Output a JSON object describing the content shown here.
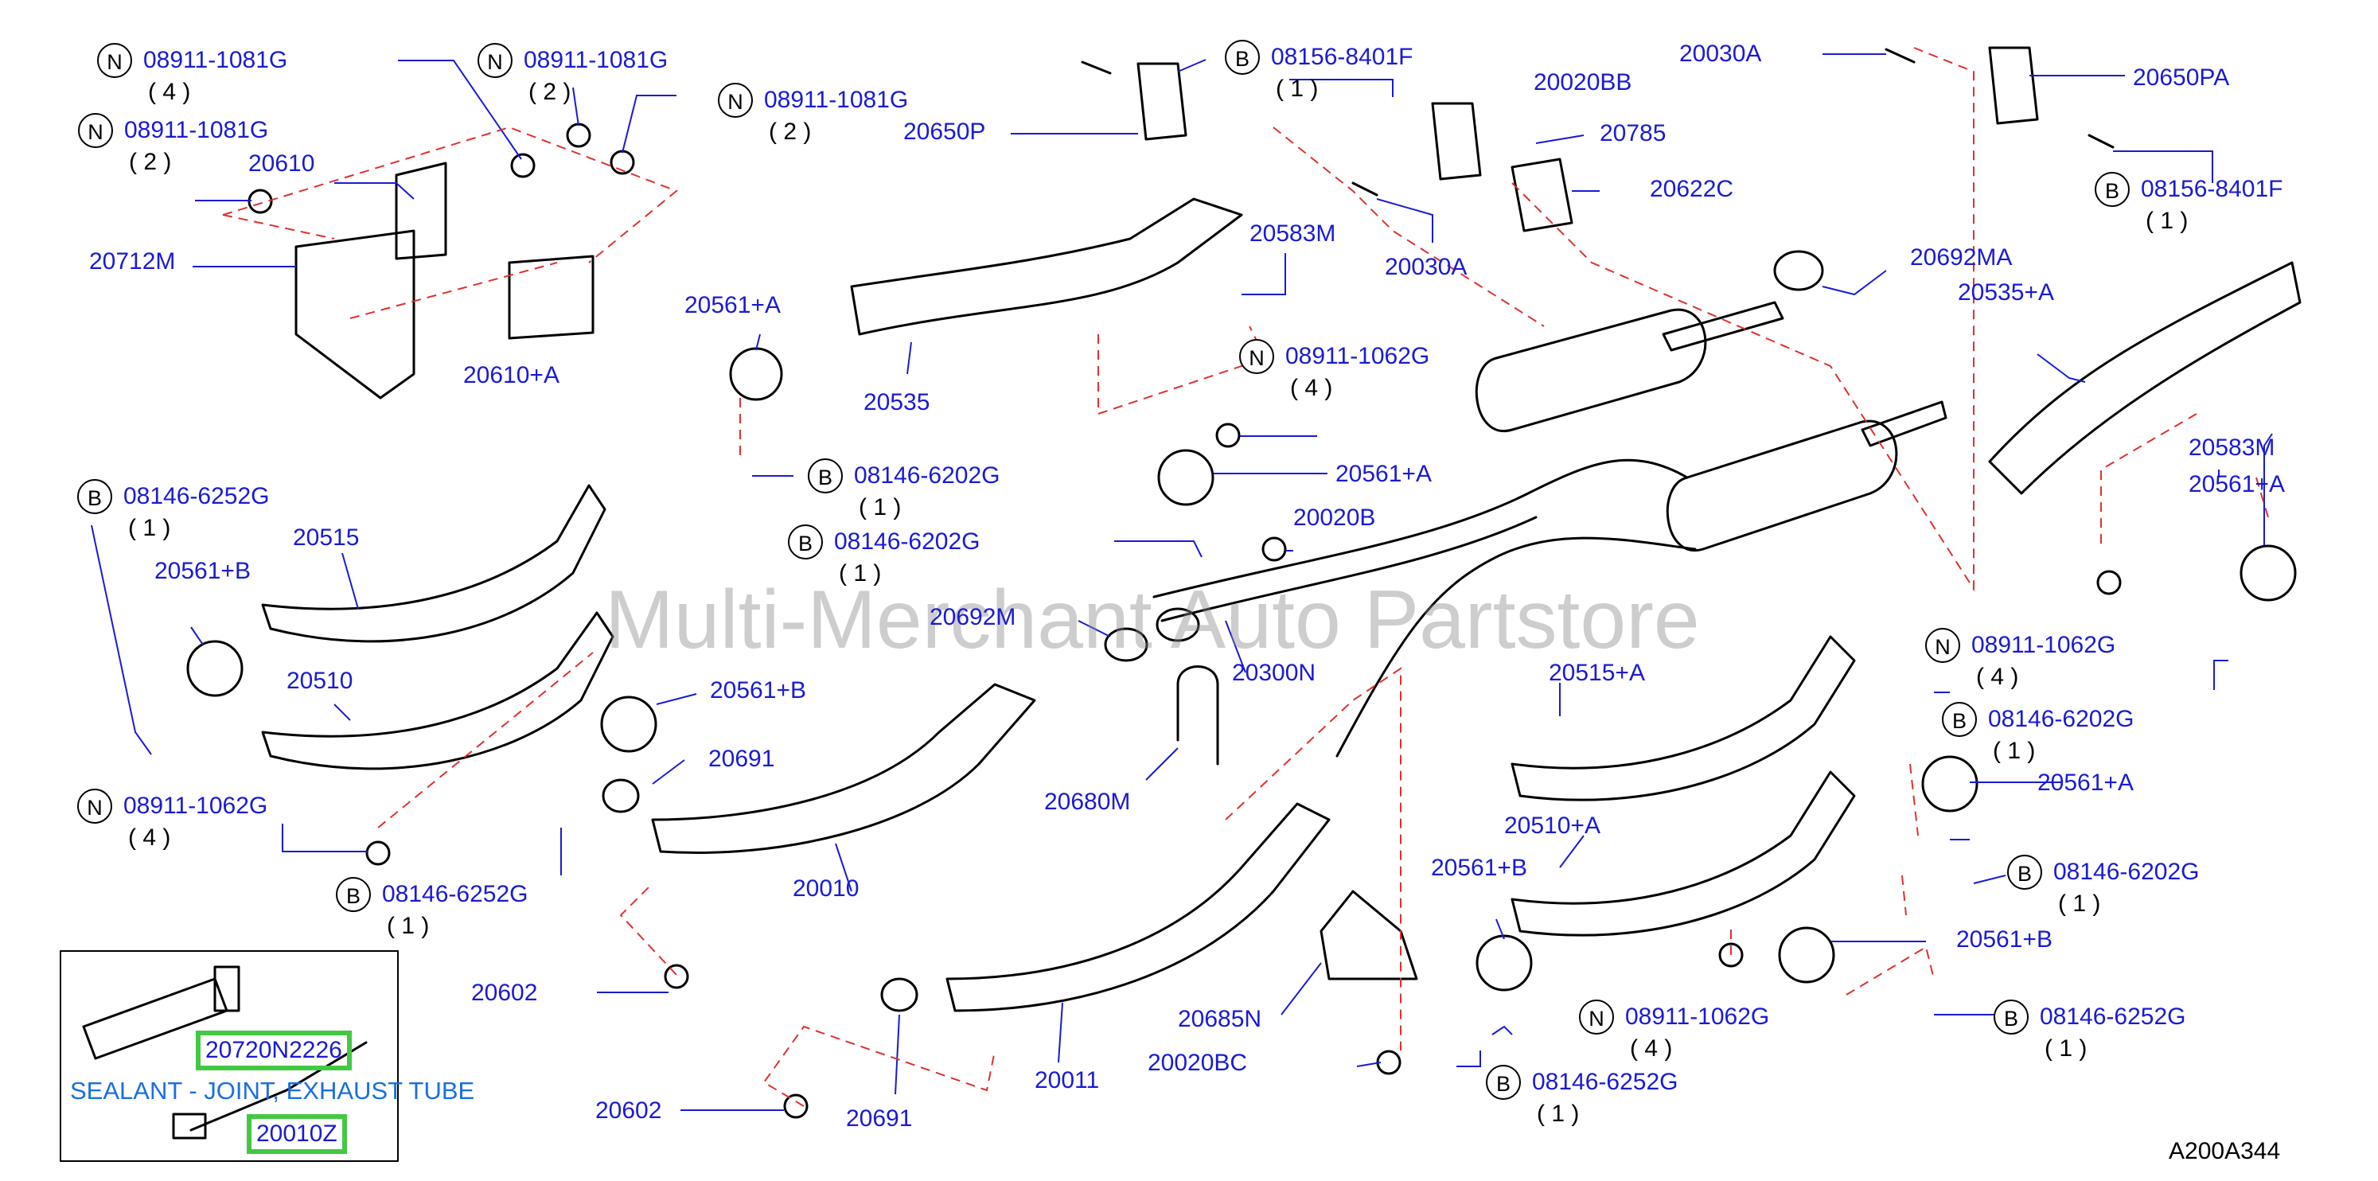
{
  "watermark": "Multi-Merchant Auto Partstore",
  "reference_code": "A200A344",
  "sealant_text": "SEALANT - JOINT, EXHAUST TUBE",
  "highlighted": {
    "code_a": "20720N2226",
    "code_b": "20010Z"
  },
  "labels": [
    {
      "id": "n-08911-1081g-a",
      "text": "08911-1081G",
      "badge": "N",
      "qty": "( 4 )"
    },
    {
      "id": "n-08911-1081g-b",
      "text": "08911-1081G",
      "badge": "N",
      "qty": "( 2 )"
    },
    {
      "id": "n-08911-1081g-c",
      "text": "08911-1081G",
      "badge": "N",
      "qty": "( 2 )"
    },
    {
      "id": "n-08911-1081g-d",
      "text": "08911-1081G",
      "badge": "N",
      "qty": "( 2 )"
    },
    {
      "id": "p-20610",
      "text": "20610"
    },
    {
      "id": "p-20712m",
      "text": "20712M"
    },
    {
      "id": "p-20610a",
      "text": "20610+A"
    },
    {
      "id": "b-08156-8401f-a",
      "text": "08156-8401F",
      "badge": "B",
      "qty": "( 1 )"
    },
    {
      "id": "p-20650p",
      "text": "20650P"
    },
    {
      "id": "p-20020bb",
      "text": "20020BB"
    },
    {
      "id": "p-20785",
      "text": "20785"
    },
    {
      "id": "p-20622c",
      "text": "20622C"
    },
    {
      "id": "p-20030a-top",
      "text": "20030A"
    },
    {
      "id": "p-20650pa",
      "text": "20650PA"
    },
    {
      "id": "b-08156-8401f-b",
      "text": "08156-8401F",
      "badge": "B",
      "qty": "( 1 )"
    },
    {
      "id": "p-20583m-a",
      "text": "20583M"
    },
    {
      "id": "p-20030a-mid",
      "text": "20030A"
    },
    {
      "id": "p-20692ma",
      "text": "20692MA"
    },
    {
      "id": "p-20535a",
      "text": "20535+A"
    },
    {
      "id": "p-20561a-left",
      "text": "20561+A"
    },
    {
      "id": "p-20535",
      "text": "20535"
    },
    {
      "id": "n-08911-1062g-a",
      "text": "08911-1062G",
      "badge": "N",
      "qty": "( 4 )"
    },
    {
      "id": "p-20561a-mid",
      "text": "20561+A"
    },
    {
      "id": "b-08146-6202g-a",
      "text": "08146-6202G",
      "badge": "B",
      "qty": "( 1 )"
    },
    {
      "id": "b-08146-6202g-b",
      "text": "08146-6202G",
      "badge": "B",
      "qty": "( 1 )"
    },
    {
      "id": "p-20020b",
      "text": "20020B"
    },
    {
      "id": "p-20583m-b",
      "text": "20583M"
    },
    {
      "id": "p-20561a-right",
      "text": "20561+A"
    },
    {
      "id": "b-08146-6252g-a",
      "text": "08146-6252G",
      "badge": "B",
      "qty": "( 1 )"
    },
    {
      "id": "p-20515",
      "text": "20515"
    },
    {
      "id": "p-20561b-a",
      "text": "20561+B"
    },
    {
      "id": "p-20510",
      "text": "20510"
    },
    {
      "id": "p-20692m",
      "text": "20692M"
    },
    {
      "id": "p-20300n",
      "text": "20300N"
    },
    {
      "id": "p-20561b-b",
      "text": "20561+B"
    },
    {
      "id": "p-20691-a",
      "text": "20691"
    },
    {
      "id": "n-08911-1062g-b",
      "text": "08911-1062G",
      "badge": "N",
      "qty": "( 4 )"
    },
    {
      "id": "b-08146-6202g-c",
      "text": "08146-6202G",
      "badge": "B",
      "qty": "( 1 )"
    },
    {
      "id": "p-20515a",
      "text": "20515+A"
    },
    {
      "id": "p-20561a-far",
      "text": "20561+A"
    },
    {
      "id": "p-20680m",
      "text": "20680M"
    },
    {
      "id": "p-20010",
      "text": "20010"
    },
    {
      "id": "n-08911-1062g-c",
      "text": "08911-1062G",
      "badge": "N",
      "qty": "( 4 )"
    },
    {
      "id": "b-08146-6252g-b",
      "text": "08146-6252G",
      "badge": "B",
      "qty": "( 1 )"
    },
    {
      "id": "p-20510a",
      "text": "20510+A"
    },
    {
      "id": "p-20561b-c",
      "text": "20561+B"
    },
    {
      "id": "b-08146-6202g-d",
      "text": "08146-6202G",
      "badge": "B",
      "qty": "( 1 )"
    },
    {
      "id": "p-20602-a",
      "text": "20602"
    },
    {
      "id": "p-20685n",
      "text": "20685N"
    },
    {
      "id": "p-20561b-d",
      "text": "20561+B"
    },
    {
      "id": "b-08146-6252g-c",
      "text": "08146-6252G",
      "badge": "B",
      "qty": "( 1 )"
    },
    {
      "id": "n-08911-1062g-d",
      "text": "08911-1062G",
      "badge": "N",
      "qty": "( 4 )"
    },
    {
      "id": "p-20020bc",
      "text": "20020BC"
    },
    {
      "id": "p-20011",
      "text": "20011"
    },
    {
      "id": "b-08146-6252g-d",
      "text": "08146-6252G",
      "badge": "B",
      "qty": "( 1 )"
    },
    {
      "id": "p-20602-b",
      "text": "20602"
    },
    {
      "id": "p-20691-b",
      "text": "20691"
    }
  ]
}
